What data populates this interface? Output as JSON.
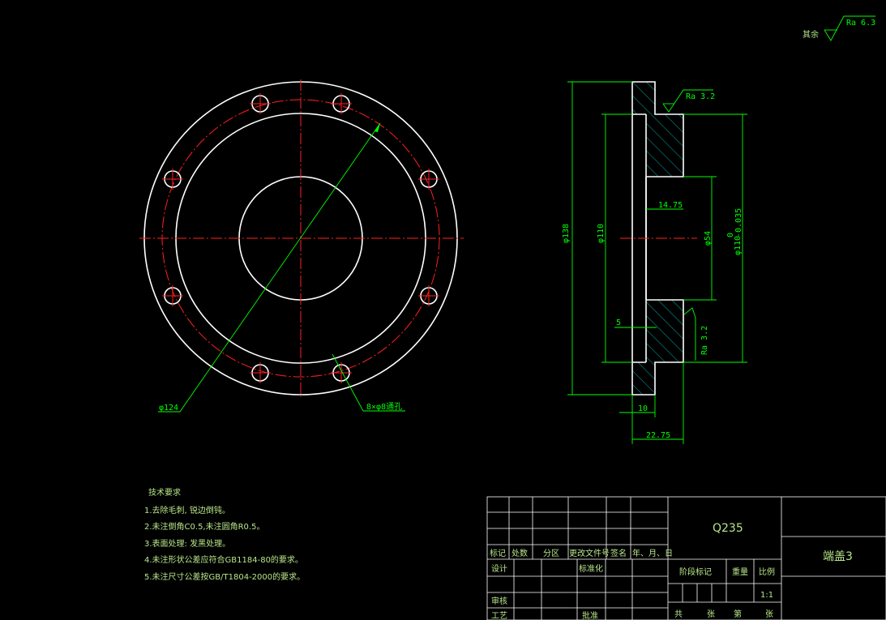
{
  "roughness": {
    "label": "其余",
    "value": "Ra 6.3"
  },
  "front_view": {
    "pitch_circle_dim": "φ124",
    "holes_note": "8×φ8通孔"
  },
  "side_view": {
    "roughness_top": "Ra 3.2",
    "roughness_bottom": "Ra 3.2",
    "dim_outer": "φ138",
    "dim_inner": "φ110",
    "dim_bore": "φ54",
    "dim_fit": "φ110",
    "dim_fit_tol_upper": "0",
    "dim_fit_tol_lower": "-0.035",
    "dim_depth": "14.75",
    "dim_5": "5",
    "dim_10": "10",
    "dim_total": "22.75"
  },
  "tech_requirements": {
    "title": "技术要求",
    "items": [
      "1.去除毛刺, 锐边倒钝。",
      "2.未注倒角C0.5,未注圆角R0.5。",
      "3.表面处理: 发黑处理。",
      "4.未注形状公差应符合GB1184-80的要求。",
      "5.未注尺寸公差按GB/T1804-2000的要求。"
    ]
  },
  "title_block": {
    "material": "Q235",
    "part_name": "端盖3",
    "header_cells": [
      "标记",
      "处数",
      "分区",
      "更改文件号",
      "签名",
      "年、月、日"
    ],
    "design": "设计",
    "standardize": "标准化",
    "review": "审核",
    "process": "工艺",
    "approve": "批准",
    "stage_mark": "阶段标记",
    "weight": "重量",
    "scale_label": "比例",
    "scale_value": "1:1",
    "total": "共",
    "sheets": "张",
    "page": "第",
    "sheet_suffix": "张"
  }
}
